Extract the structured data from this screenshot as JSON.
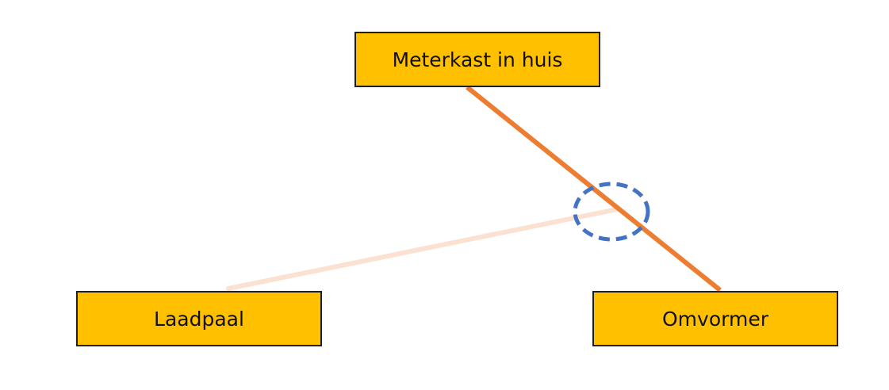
{
  "diagram": {
    "nodes": {
      "meterkast": {
        "label": "Meterkast in huis"
      },
      "laadpaal": {
        "label": "Laadpaal"
      },
      "omvormer": {
        "label": "Omvormer"
      }
    },
    "connections": [
      {
        "from": "Meterkast in huis",
        "to": "Omvormer",
        "style": "solid"
      },
      {
        "from": "Laadpaal",
        "to": "Meterkast in huis / Omvormer line",
        "style": "faded"
      }
    ],
    "highlight": {
      "shape": "dashed-ellipse",
      "target": "junction"
    },
    "colors": {
      "node_fill": "#ffc000",
      "node_border": "#1f1f1f",
      "main_line": "#ed7d31",
      "faded_line": "#fbe1d2",
      "highlight": "#4472c4"
    }
  }
}
